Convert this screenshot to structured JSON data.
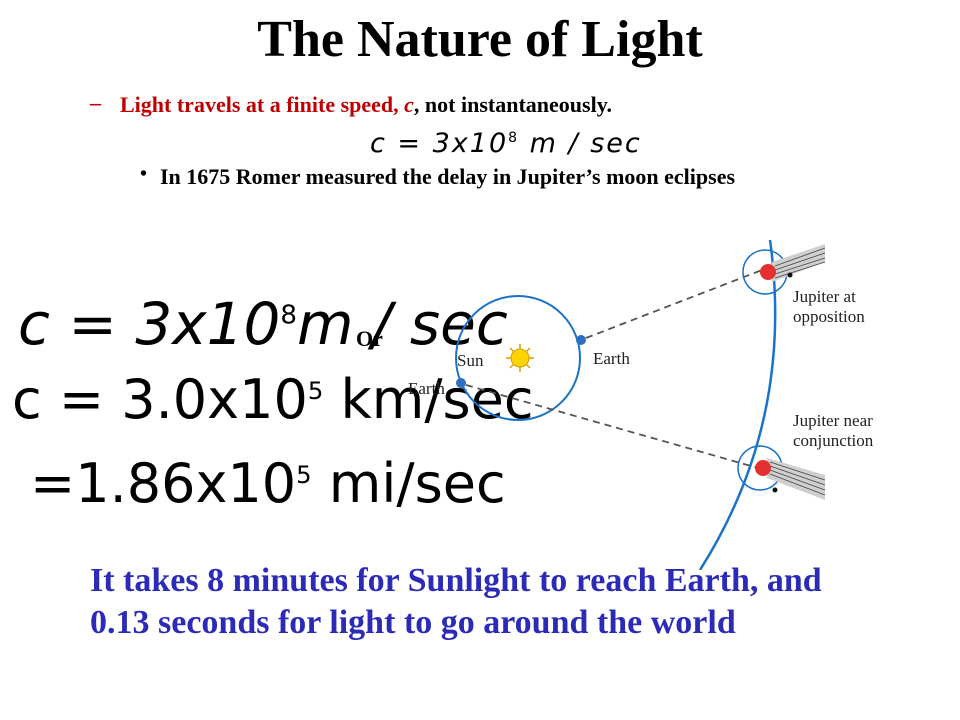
{
  "title": "The Nature of Light",
  "bullet1": {
    "dash": "–",
    "part1": "Light travels at a finite speed, ",
    "c_symbol": "c",
    "part2": ", not instantaneously.",
    "equation": {
      "lhs": "c = 3x10",
      "exp": "8",
      "rhs": " m / sec"
    }
  },
  "bullet2": {
    "marker": "•",
    "text": "In 1675 Romer measured the delay in Jupiter’s moon eclipses"
  },
  "equations": {
    "eq1": {
      "lhs": "c = 3x10",
      "exp": "8",
      "rhs": "m / sec"
    },
    "or": "Or",
    "eq2": {
      "lhs": "c = 3.0x10",
      "exp": "5",
      "rhs": " km/sec"
    },
    "eq3": {
      "lhs": "=1.86x10",
      "exp": "5",
      "rhs": " mi/sec"
    }
  },
  "diagram_labels": {
    "sun": "Sun",
    "earth_right": "Earth",
    "earth_left": "Earth",
    "opposition_line1": "Jupiter at",
    "opposition_line2": "opposition",
    "conjunction_line1": "Jupiter near",
    "conjunction_line2": "conjunction"
  },
  "bottom_text": "It takes 8 minutes for Sunlight to reach Earth, and 0.13 seconds for light to go around the world",
  "colors": {
    "red_text": "#c00000",
    "blue_text": "#2b2bb8",
    "orbit": "#1a73c8"
  }
}
